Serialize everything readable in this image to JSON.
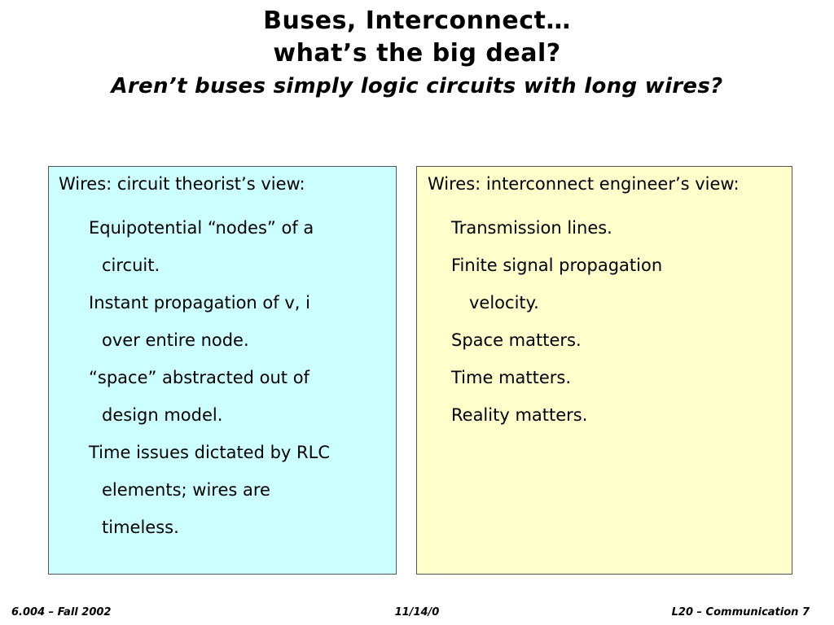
{
  "slide": {
    "title_line1": "Buses, Interconnect…",
    "title_line2": "what’s the big deal?",
    "subtitle": "Aren’t buses simply logic circuits with long wires?"
  },
  "left_panel": {
    "background": "#ccffff",
    "heading": "Wires: circuit theorist’s view:",
    "bullets": [
      [
        "Equipotential “nodes” of a",
        "circuit."
      ],
      [
        "Instant propagation of v, i",
        "over entire node."
      ],
      [
        "“space” abstracted out of",
        "design model."
      ],
      [
        "Time issues dictated by RLC",
        "elements; wires are",
        "timeless."
      ]
    ]
  },
  "right_panel": {
    "background": "#ffffcc",
    "heading": "Wires: interconnect engineer’s view:",
    "bullets": [
      [
        "Transmission lines."
      ],
      [
        "Finite signal propagation",
        "velocity."
      ],
      [
        "Space matters."
      ],
      [
        "Time matters."
      ],
      [
        "Reality matters."
      ]
    ]
  },
  "footer": {
    "course": "6.004 – Fall 2002",
    "date": "11/14/0",
    "lecture": "L20 – Communication 7"
  }
}
